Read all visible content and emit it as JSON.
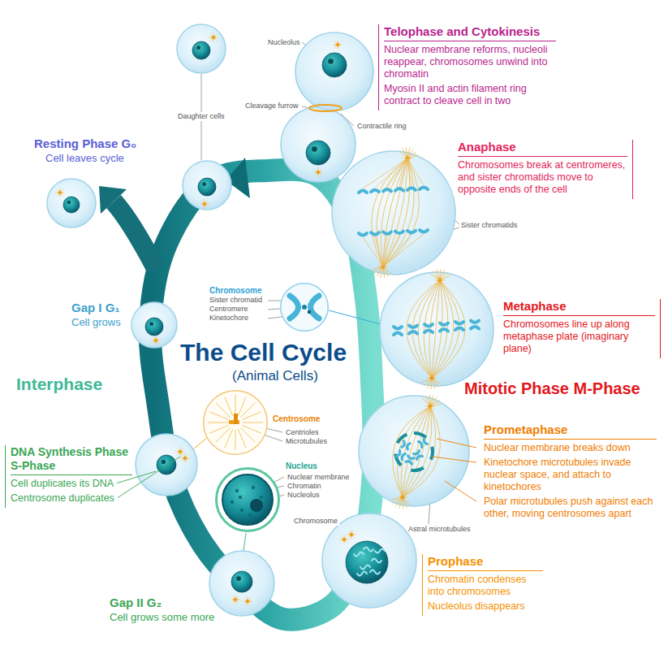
{
  "diagram": {
    "title": "The Cell Cycle",
    "nodes": [
      {
        "text": [
          "Telophase and Cytokinesis",
          "Nuclear membrane reforms, nucleoli reappear, chromosomes unwind into chromatin",
          "Myosin II and actin filament ring contract to cleave cell in two"
        ]
      },
      {
        "text": [
          "Anaphase",
          "Chromosomes break at centromeres, and sister chromatids move to opposite ends of the cell"
        ]
      },
      {
        "text": [
          "Chromosome"
        ]
      },
      {
        "text": [
          "Metaphase",
          "Chromosomes line up along metaphase plate (imaginary plane)"
        ]
      },
      {
        "text": [
          "Centrosome"
        ]
      },
      {
        "text": [
          "Prometaphase",
          "Nuclear membrane breaks down",
          "Kinetochore microtubules invade nuclear space, and attach to kinetochores",
          "Polar microtubules push against each other, moving centrosomes apart"
        ]
      },
      {
        "text": [
          "DNA Synthesis Phase S-Phase",
          "Cell duplicates its DNA",
          "Centrosome duplicates"
        ]
      },
      {
        "text": [
          "Nucleus"
        ]
      },
      {
        "text": [
          "Prophase",
          "Chromatin condenses into chromosomes",
          "Nucleolus disappears"
        ]
      }
    ],
    "labels": [
      "Nucleolus",
      "Daughter cells",
      "Cleavage furrow",
      "Contractile ring",
      "Resting Phase G₀",
      "Cell leaves cycle",
      "Sister chromatids",
      "Sister chromatid",
      "Centromere",
      "Kinetochore",
      "Gap I G₁",
      "Cell grows",
      "(Animal Cells)",
      "Interphase",
      "Mitotic Phase M-Phase",
      "Centrioles",
      "Microtubules",
      "Nuclear membrane",
      "Chromatin",
      "Nucleolus",
      "Chromosome",
      "Astral microtubules",
      "Gap II G₂",
      "Cell grows some more"
    ]
  }
}
